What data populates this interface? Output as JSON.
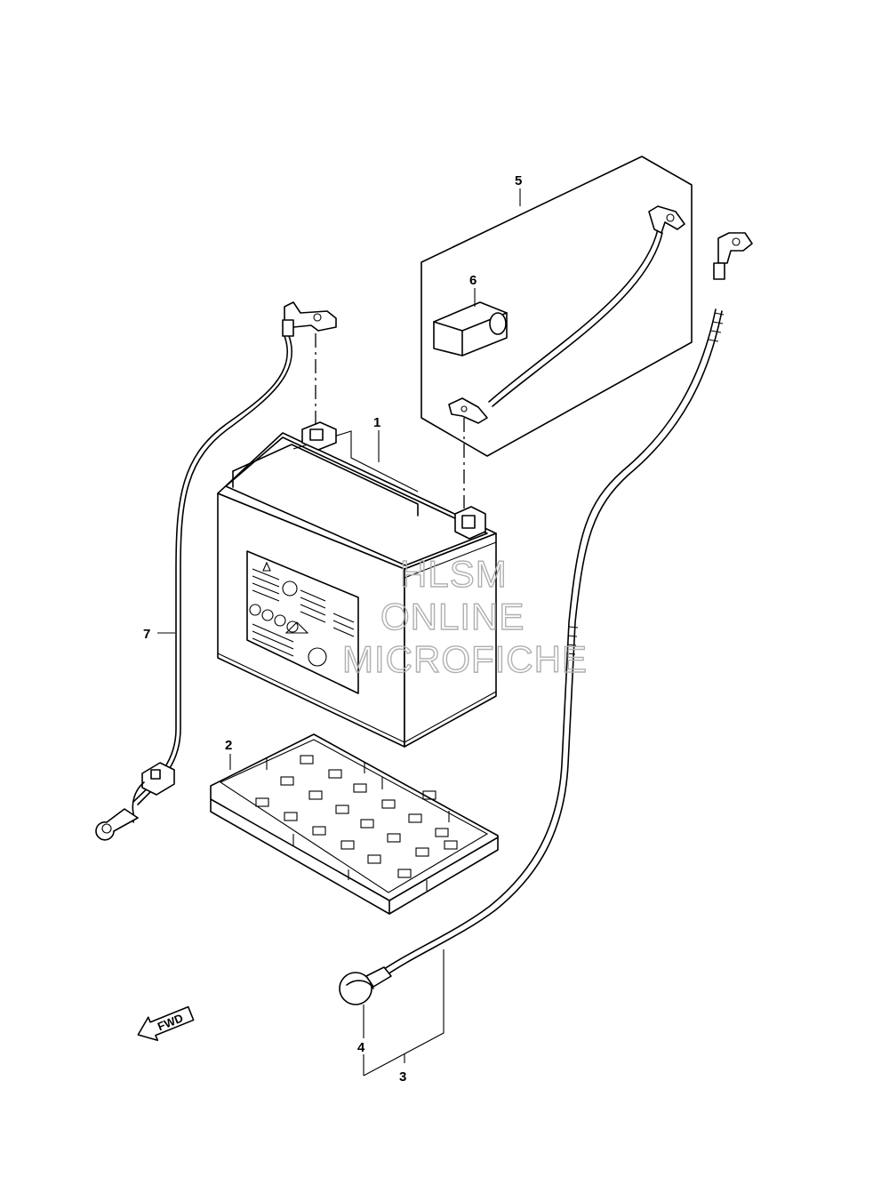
{
  "callouts": {
    "c1": "1",
    "c2": "2",
    "c3": "3",
    "c4": "4",
    "c5": "5",
    "c6": "6",
    "c7": "7"
  },
  "direction_label": "FWD",
  "watermark": {
    "line1": "HLSM",
    "line2": "ONLINE",
    "line3": "MICROFICHE"
  }
}
